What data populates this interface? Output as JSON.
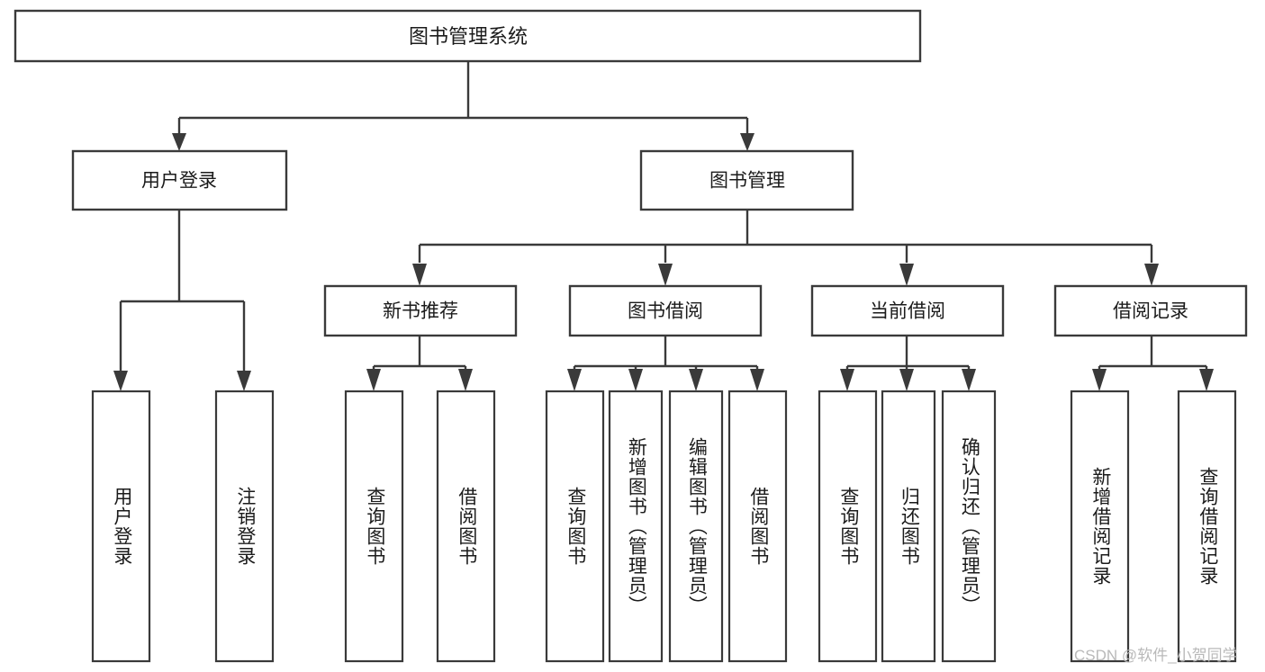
{
  "diagram": {
    "title": "图书管理系统",
    "type": "tree-hierarchy",
    "root": {
      "label": "图书管理系统"
    },
    "level2": [
      {
        "label": "用户登录"
      },
      {
        "label": "图书管理"
      }
    ],
    "level3": [
      {
        "label": "新书推荐"
      },
      {
        "label": "图书借阅"
      },
      {
        "label": "当前借阅"
      },
      {
        "label": "借阅记录"
      }
    ],
    "leaves": {
      "user_login": [
        {
          "label": "用户登录"
        },
        {
          "label": "注销登录"
        }
      ],
      "new_book_recommend": [
        {
          "label": "查询图书"
        },
        {
          "label": "借阅图书"
        }
      ],
      "book_borrow": [
        {
          "label": "查询图书"
        },
        {
          "label": "新增图书（管理员）"
        },
        {
          "label": "编辑图书（管理员）"
        },
        {
          "label": "借阅图书"
        }
      ],
      "current_borrow": [
        {
          "label": "查询图书"
        },
        {
          "label": "归还图书"
        },
        {
          "label": "确认归还（管理员）"
        }
      ],
      "borrow_record": [
        {
          "label": "新增借阅记录"
        },
        {
          "label": "查询借阅记录"
        }
      ]
    }
  },
  "watermark": {
    "text": "CSDN @软件_小贺同学"
  },
  "colors": {
    "stroke": "#3a3a3a",
    "box_fill": "#ffffff",
    "text": "#1b1b1b",
    "watermark": "#b9b9b9",
    "background": "#ffffff"
  }
}
